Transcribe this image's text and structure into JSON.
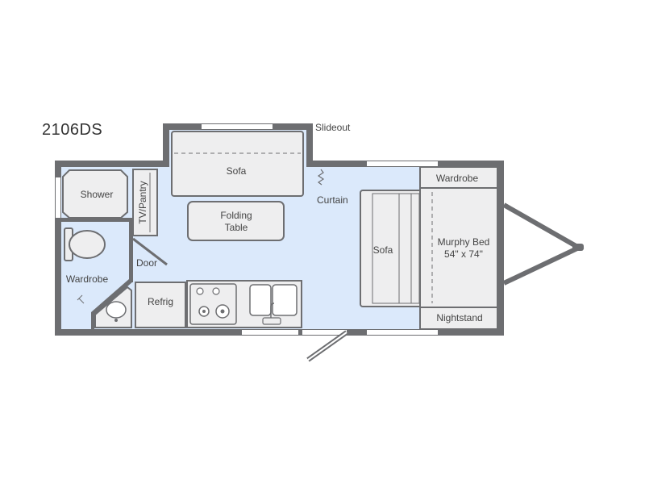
{
  "model_name": "2106DS",
  "labels": {
    "slideout": "Slideout",
    "sofa_top": "Sofa",
    "curtain": "Curtain",
    "shower": "Shower",
    "tv_pantry": "TV/Pantry",
    "folding_table_1": "Folding",
    "folding_table_2": "Table",
    "door": "Door",
    "wardrobe_left": "Wardrobe",
    "refrig": "Refrig",
    "sofa_right": "Sofa",
    "wardrobe_right": "Wardrobe",
    "murphy_bed_1": "Murphy Bed",
    "murphy_bed_2": "54\" x 74\"",
    "nightstand": "Nightstand"
  },
  "colors": {
    "wall": "#6d6e71",
    "floor": "#dbe9fb",
    "fixture_fill": "#eeeeef",
    "fixture_stroke": "#6d6e71",
    "window": "#ffffff"
  }
}
